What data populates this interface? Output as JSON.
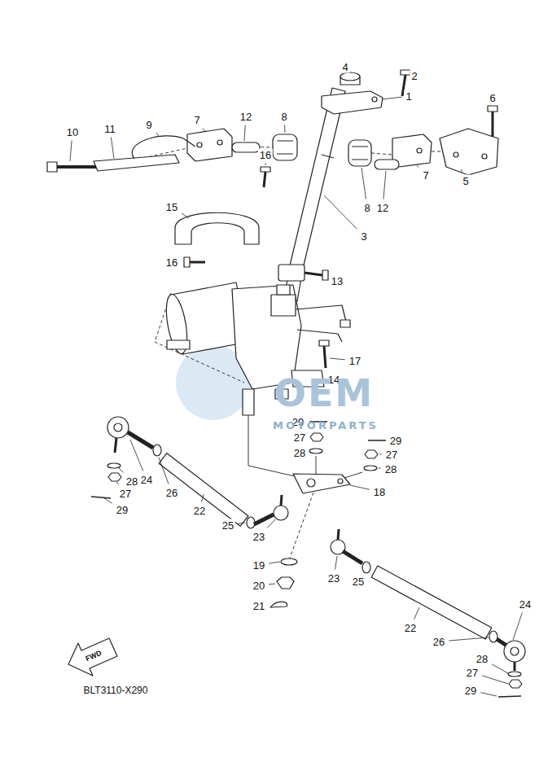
{
  "diagram": {
    "labels": [
      "1",
      "2",
      "3",
      "4",
      "5",
      "6",
      "7",
      "7",
      "8",
      "8",
      "9",
      "10",
      "11",
      "12",
      "12",
      "13",
      "14",
      "15",
      "16",
      "16",
      "17",
      "18",
      "19",
      "20",
      "21",
      "22",
      "22",
      "23",
      "23",
      "24",
      "24",
      "25",
      "25",
      "26",
      "26",
      "27",
      "27",
      "27",
      "27",
      "28",
      "28",
      "28",
      "28",
      "29",
      "29",
      "29",
      "29",
      "FWD",
      "BLT3110-X290",
      "OEM",
      "MOTORPARTS"
    ]
  }
}
